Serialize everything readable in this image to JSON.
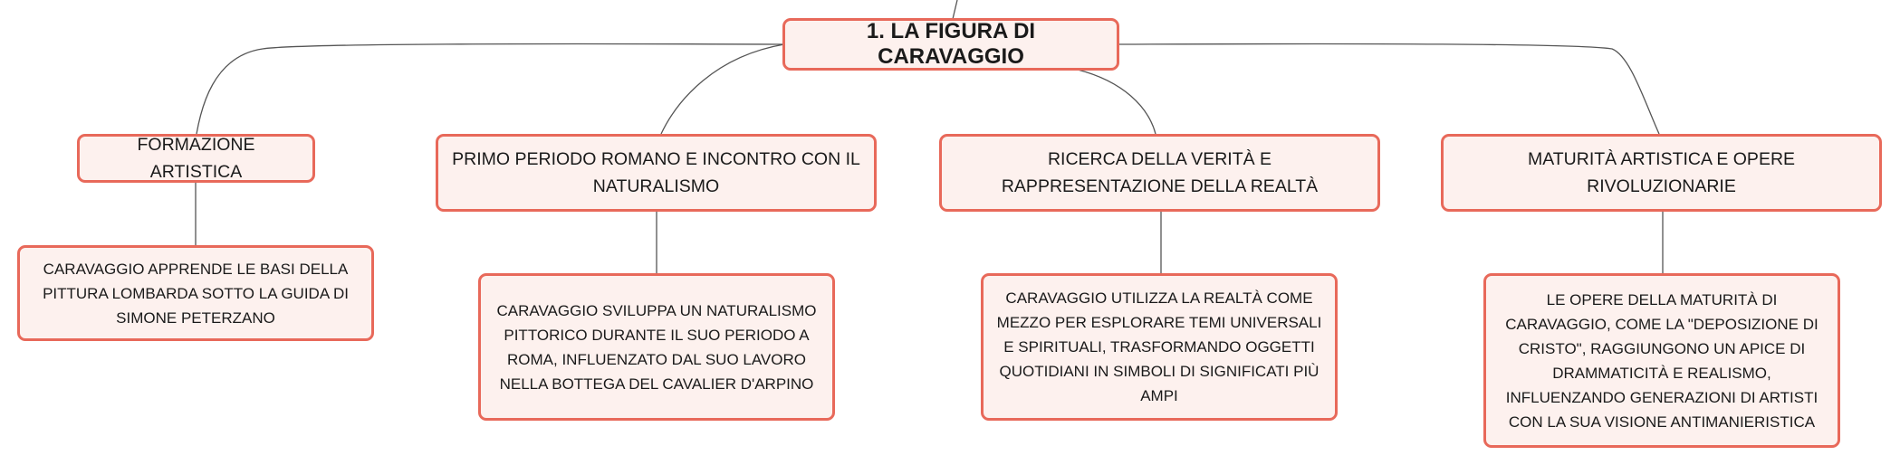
{
  "root": {
    "label": "1. LA FIGURA DI CARAVAGGIO"
  },
  "branches": [
    {
      "label": "FORMAZIONE ARTISTICA",
      "detail": "CARAVAGGIO APPRENDE LE BASI DELLA PITTURA LOMBARDA SOTTO LA GUIDA DI SIMONE PETERZANO"
    },
    {
      "label": "PRIMO PERIODO ROMANO E INCONTRO CON IL NATURALISMO",
      "detail": "CARAVAGGIO SVILUPPA UN NATURALISMO PITTORICO DURANTE IL SUO PERIODO A ROMA, INFLUENZATO DAL SUO LAVORO NELLA BOTTEGA DEL CAVALIER D'ARPINO"
    },
    {
      "label": "RICERCA DELLA VERITÀ E RAPPRESENTAZIONE DELLA REALTÀ",
      "detail": "CARAVAGGIO UTILIZZA LA REALTÀ COME MEZZO PER ESPLORARE TEMI UNIVERSALI E SPIRITUALI, TRASFORMANDO OGGETTI QUOTIDIANI IN SIMBOLI DI SIGNIFICATI PIÙ AMPI"
    },
    {
      "label": "MATURITÀ ARTISTICA E OPERE RIVOLUZIONARIE",
      "detail": "LE OPERE DELLA MATURITÀ DI CARAVAGGIO, COME LA \"DEPOSIZIONE DI CRISTO\", RAGGIUNGONO UN APICE DI DRAMMATICITÀ E REALISMO, INFLUENZANDO GENERAZIONI DI ARTISTI CON LA SUA VISIONE ANTIMANIERISTICA"
    }
  ],
  "colors": {
    "border": "#e8695a",
    "fill": "#fdf1ee",
    "connector": "#555555"
  }
}
